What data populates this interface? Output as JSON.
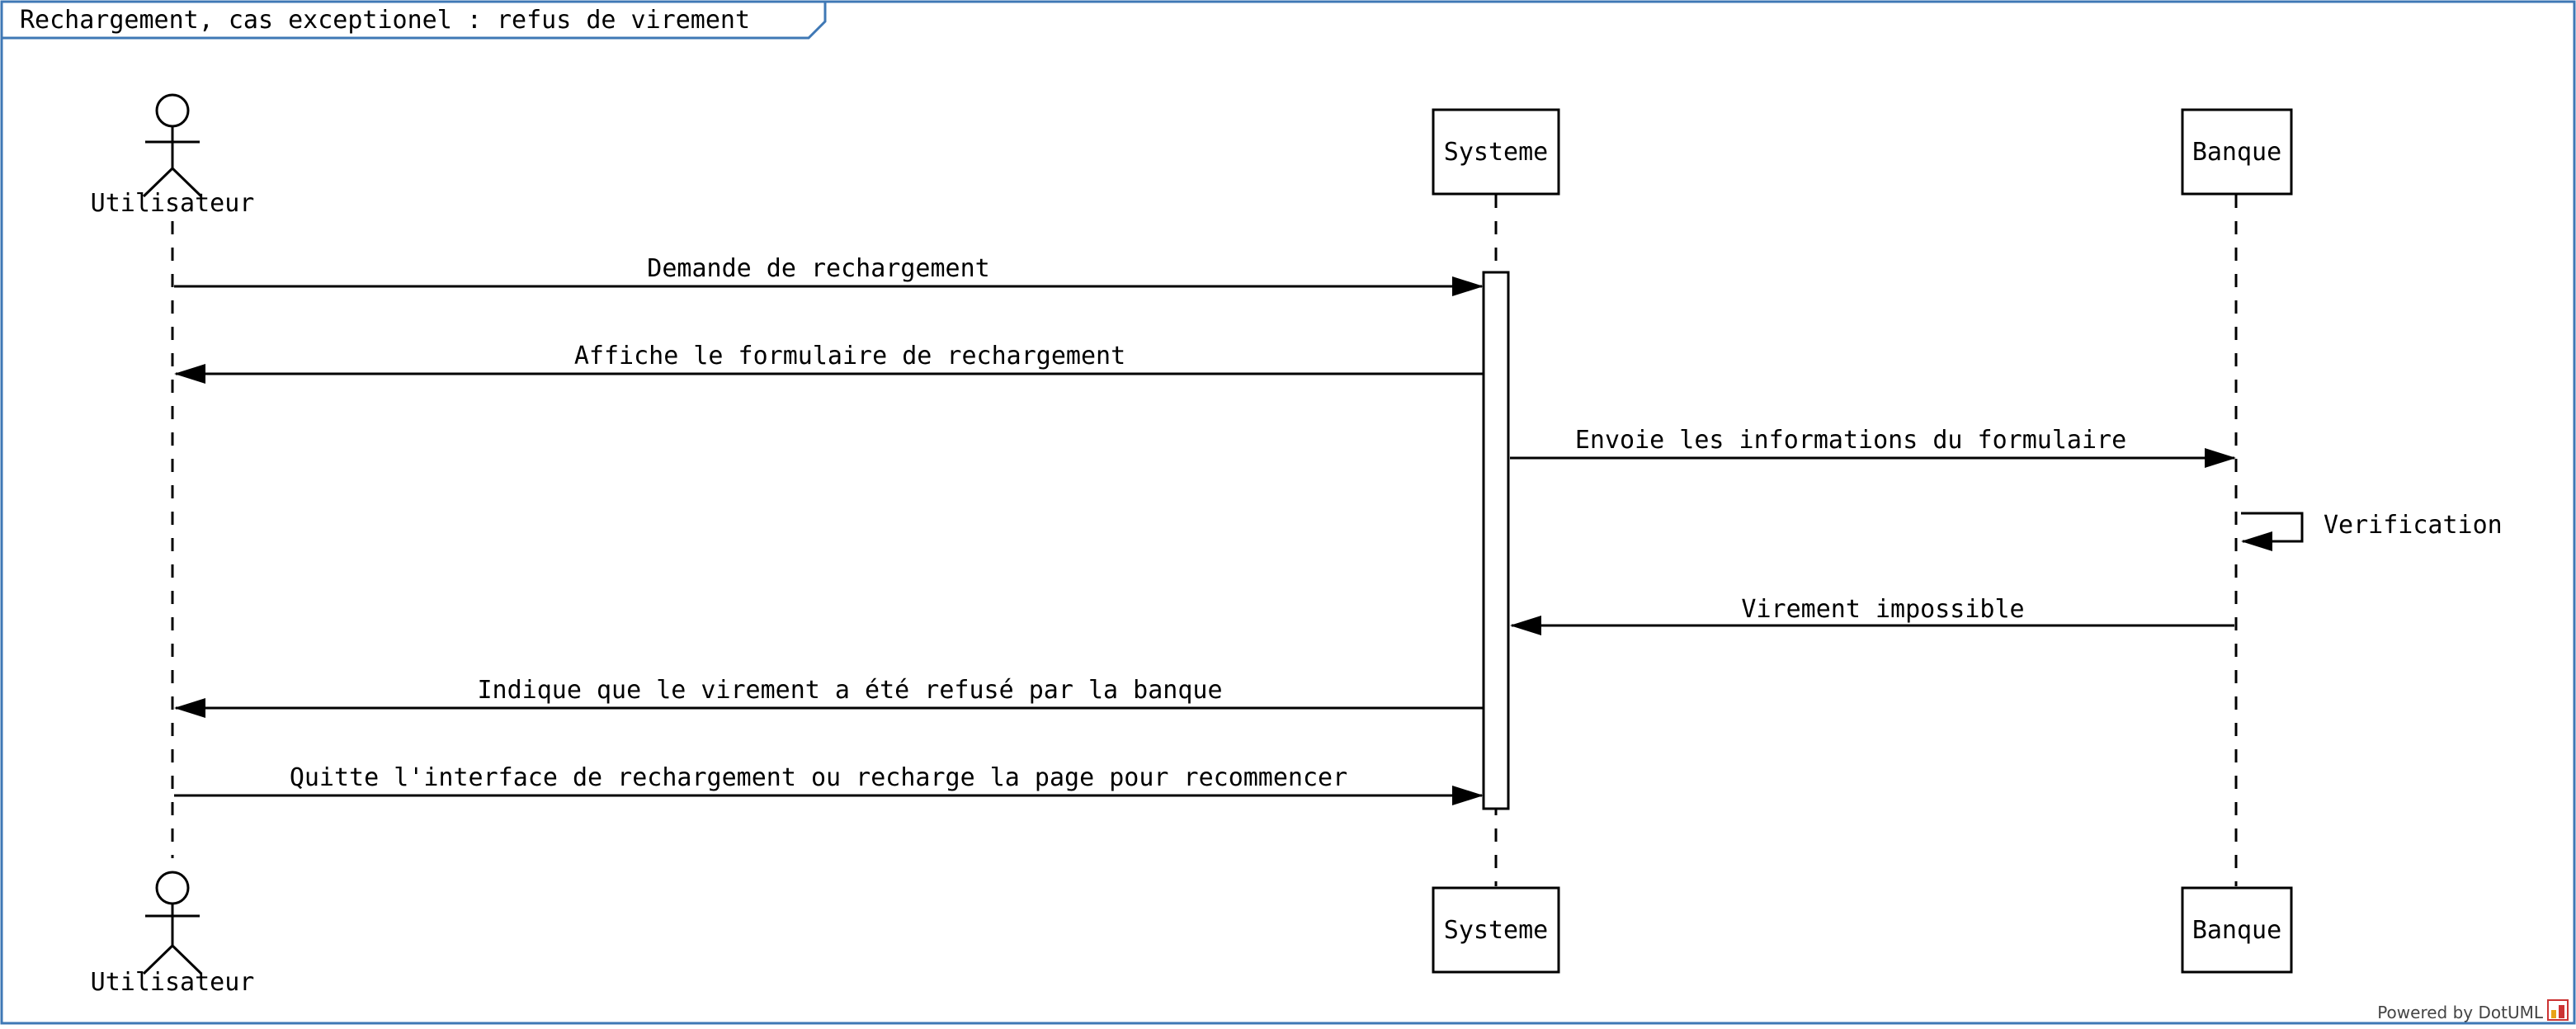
{
  "diagram": {
    "title": "Rechargement, cas exceptionel : refus de virement",
    "footer": "Powered by DotUML",
    "participants": [
      {
        "id": "user",
        "label": "Utilisateur",
        "kind": "actor"
      },
      {
        "id": "sys",
        "label": "Systeme",
        "kind": "box"
      },
      {
        "id": "bank",
        "label": "Banque",
        "kind": "box"
      }
    ],
    "messages": [
      {
        "from": "user",
        "to": "sys",
        "text": "Demande de rechargement"
      },
      {
        "from": "sys",
        "to": "user",
        "text": "Affiche le formulaire de rechargement"
      },
      {
        "from": "sys",
        "to": "bank",
        "text": "Envoie les informations du formulaire"
      },
      {
        "from": "bank",
        "to": "bank",
        "text": "Verification"
      },
      {
        "from": "bank",
        "to": "sys",
        "text": "Virement impossible"
      },
      {
        "from": "sys",
        "to": "user",
        "text": "Indique que le virement a été refusé par la banque"
      },
      {
        "from": "user",
        "to": "sys",
        "text": "Quitte l'interface de rechargement ou recharge la page pour recommencer"
      }
    ]
  }
}
